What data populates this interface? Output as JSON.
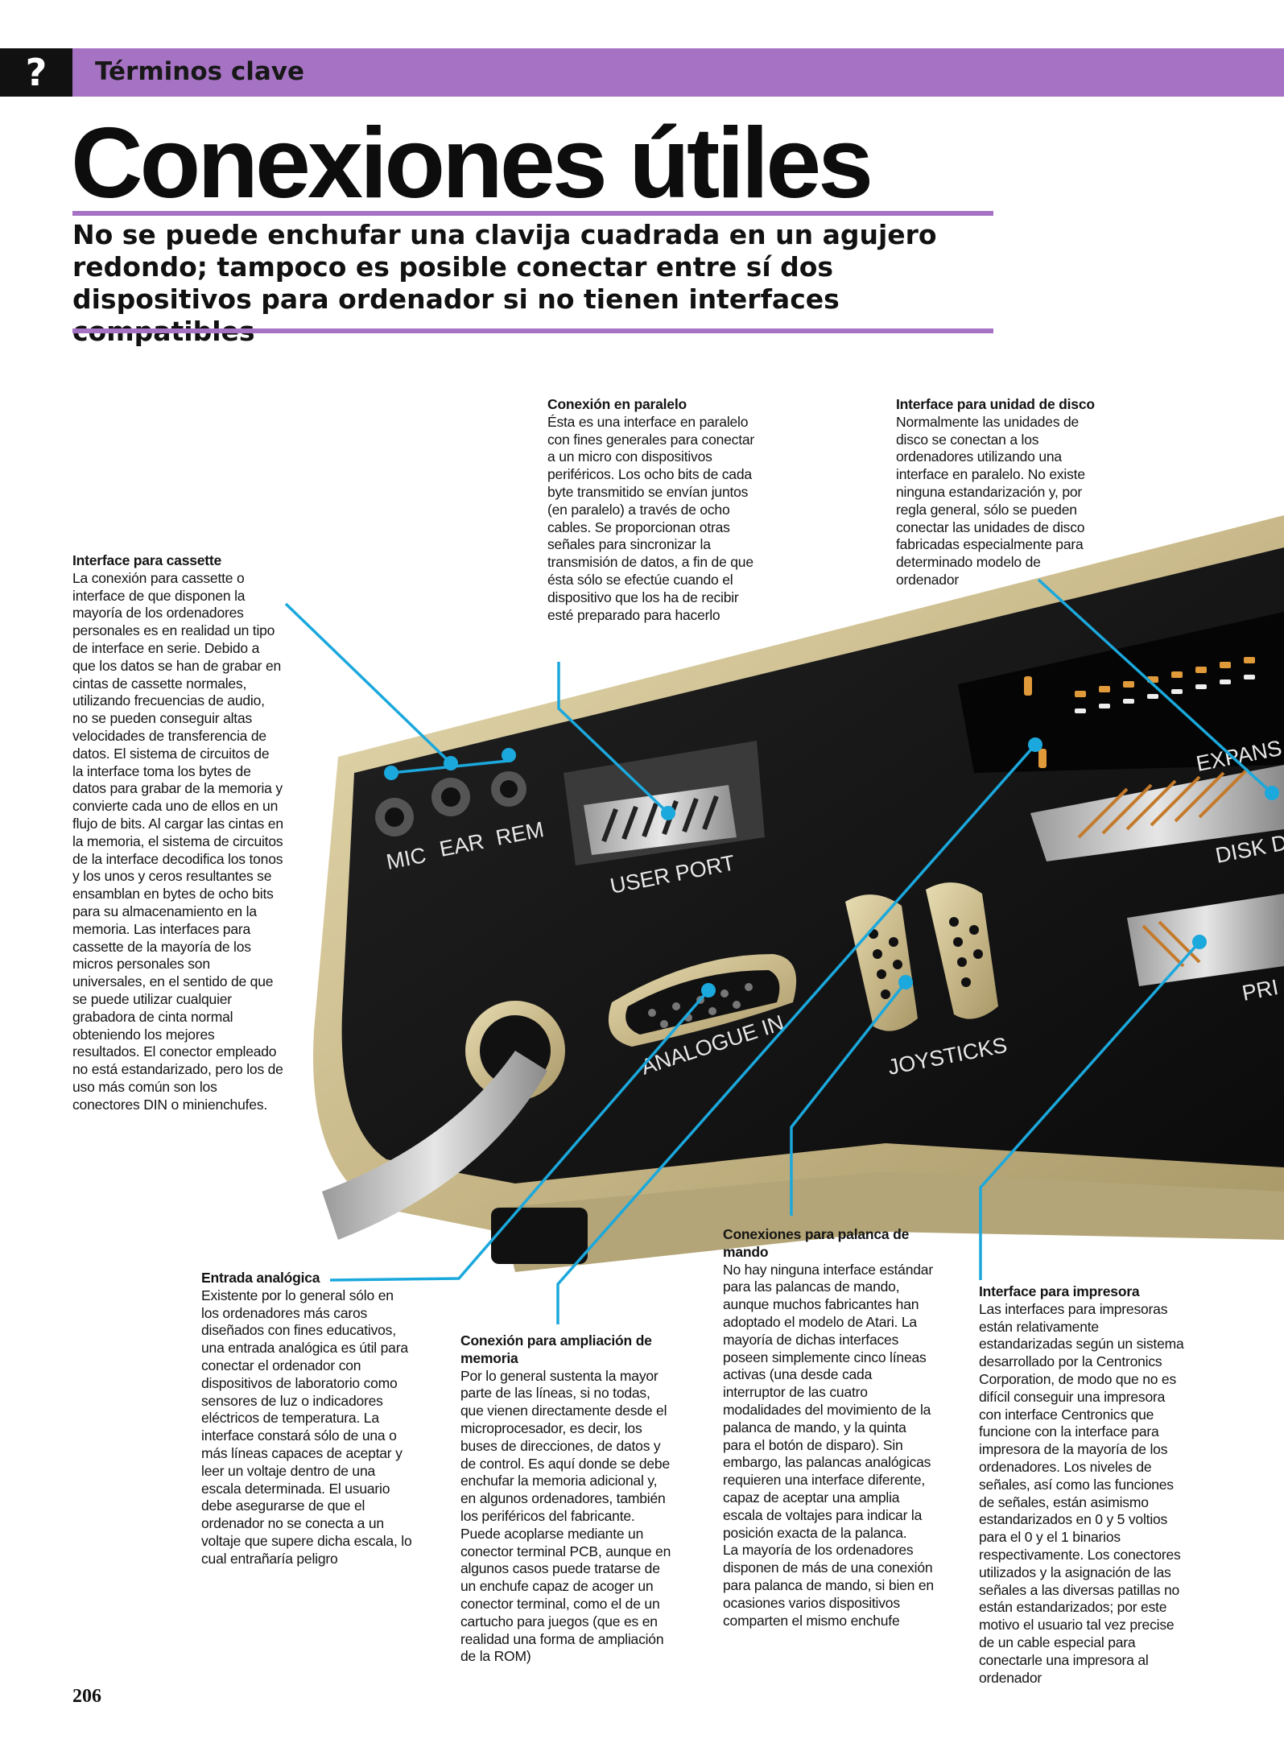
{
  "header": {
    "icon": "question-mark-icon",
    "icon_glyph": "?",
    "section": "Términos clave"
  },
  "title": "Conexiones útiles",
  "subtitle": "No se puede enchufar una clavija cuadrada en un agujero redondo; tampoco es posible conectar entre sí dos dispositivos para ordenador si no tienen interfaces compatibles",
  "illustration": {
    "port_labels": {
      "mic": "MIC",
      "ear": "EAR",
      "rem": "REM",
      "user_port": "USER PORT",
      "analogue_in": "ANALOGUE IN",
      "joysticks": "JOYSTICKS",
      "expansion": "EXPANS",
      "disk": "DISK D",
      "printer": "PRI"
    }
  },
  "annotations": {
    "cassette": {
      "heading": "Interface para cassette",
      "text": "La conexión para cassette o interface de que disponen la mayoría de los ordenadores personales es en realidad un tipo de interface en serie. Debido a que los datos se han de grabar en cintas de cassette normales, utilizando frecuencias de audio, no se pueden conseguir altas velocidades de transferencia de datos. El sistema de circuitos de la interface toma los bytes de datos para grabar de la memoria y convierte cada uno de ellos en un flujo de bits. Al cargar las cintas en la memoria, el sistema de circuitos de la interface decodifica los tonos y los unos y ceros resultantes se ensamblan en bytes de ocho bits para su almacenamiento en la memoria. Las interfaces para cassette de la mayoría de los micros personales son universales, en el sentido de que se puede utilizar cualquier grabadora de cinta normal obteniendo los mejores resultados. El conector empleado no está estandarizado, pero los de uso más común son los conectores DIN o minienchufes."
    },
    "parallel": {
      "heading": "Conexión en paralelo",
      "text": "Ésta es una interface en paralelo con fines generales para conectar a un micro con dispositivos periféricos. Los ocho bits de cada byte transmitido se envían juntos (en paralelo) a través de ocho cables. Se proporcionan otras señales para sincronizar la transmisión de datos, a fin de que ésta sólo se efectúe cuando el dispositivo que los ha de recibir esté preparado para hacerlo"
    },
    "disk": {
      "heading": "Interface para unidad de disco",
      "text": "Normalmente las unidades de disco se conectan a los ordenadores utilizando una interface en paralelo. No existe ninguna estandarización y, por regla general, sólo se pueden conectar las unidades de disco fabricadas especialmente para determinado modelo de ordenador"
    },
    "analog": {
      "heading": "Entrada analógica",
      "text": "Existente por lo general sólo en los ordenadores más caros diseñados con fines educativos, una entrada analógica es útil para conectar el ordenador con dispositivos de laboratorio como sensores de luz o indicadores eléctricos de temperatura. La interface constará sólo de una o más líneas capaces de aceptar y leer un voltaje dentro de una escala determinada. El usuario debe asegurarse de que el ordenador no se conecta a un voltaje que supere dicha escala, lo cual entrañaría peligro"
    },
    "memory": {
      "heading": "Conexión para ampliación de memoria",
      "text": "Por lo general sustenta la mayor parte de las líneas, si no todas, que vienen directamente desde el microprocesador, es decir, los buses de direcciones, de datos y de control. Es aquí donde se debe enchufar la memoria adicional y, en algunos ordenadores, también los periféricos del fabricante. Puede acoplarse mediante un conector terminal PCB, aunque en algunos casos puede tratarse de un enchufe capaz de acoger un conector terminal, como el de un cartucho para juegos (que es en realidad una forma de ampliación de la ROM)"
    },
    "joystick": {
      "heading": "Conexiones para palanca de mando",
      "text": "No hay ninguna interface estándar para las palancas de mando, aunque muchos fabricantes han adoptado el modelo de Atari. La mayoría de dichas interfaces poseen simplemente cinco líneas activas (una desde cada interruptor de las cuatro modalidades del movimiento de la palanca de mando, y la quinta para el botón de disparo). Sin embargo, las palancas analógicas requieren una interface diferente, capaz de aceptar una amplia escala de voltajes para indicar la posición exacta de la palanca.",
      "text2": "La mayoría de los ordenadores disponen de más de una conexión para palanca de mando, si bien en ocasiones varios dispositivos comparten el mismo enchufe"
    },
    "printer": {
      "heading": "Interface para impresora",
      "text": "Las interfaces para impresoras están relativamente estandarizadas según un sistema desarrollado por la Centronics Corporation, de modo que no es difícil conseguir una impresora con interface Centronics que funcione con la interface para impresora de la mayoría de los ordenadores. Los niveles de señales, así como las funciones de señales, están asimismo estandarizados en 0 y 5 voltios para el 0 y el 1 binarios respectivamente. Los conectores utilizados y la asignación de las señales a las diversas patillas no están estandarizados; por este motivo el usuario tal vez precise de un cable especial para conectarle una impresora al ordenador"
    }
  },
  "page_number": "206",
  "colors": {
    "header": "#a673c4",
    "leader": "#1ba8dc",
    "panel": "#161616",
    "case": "#c9b98a"
  }
}
